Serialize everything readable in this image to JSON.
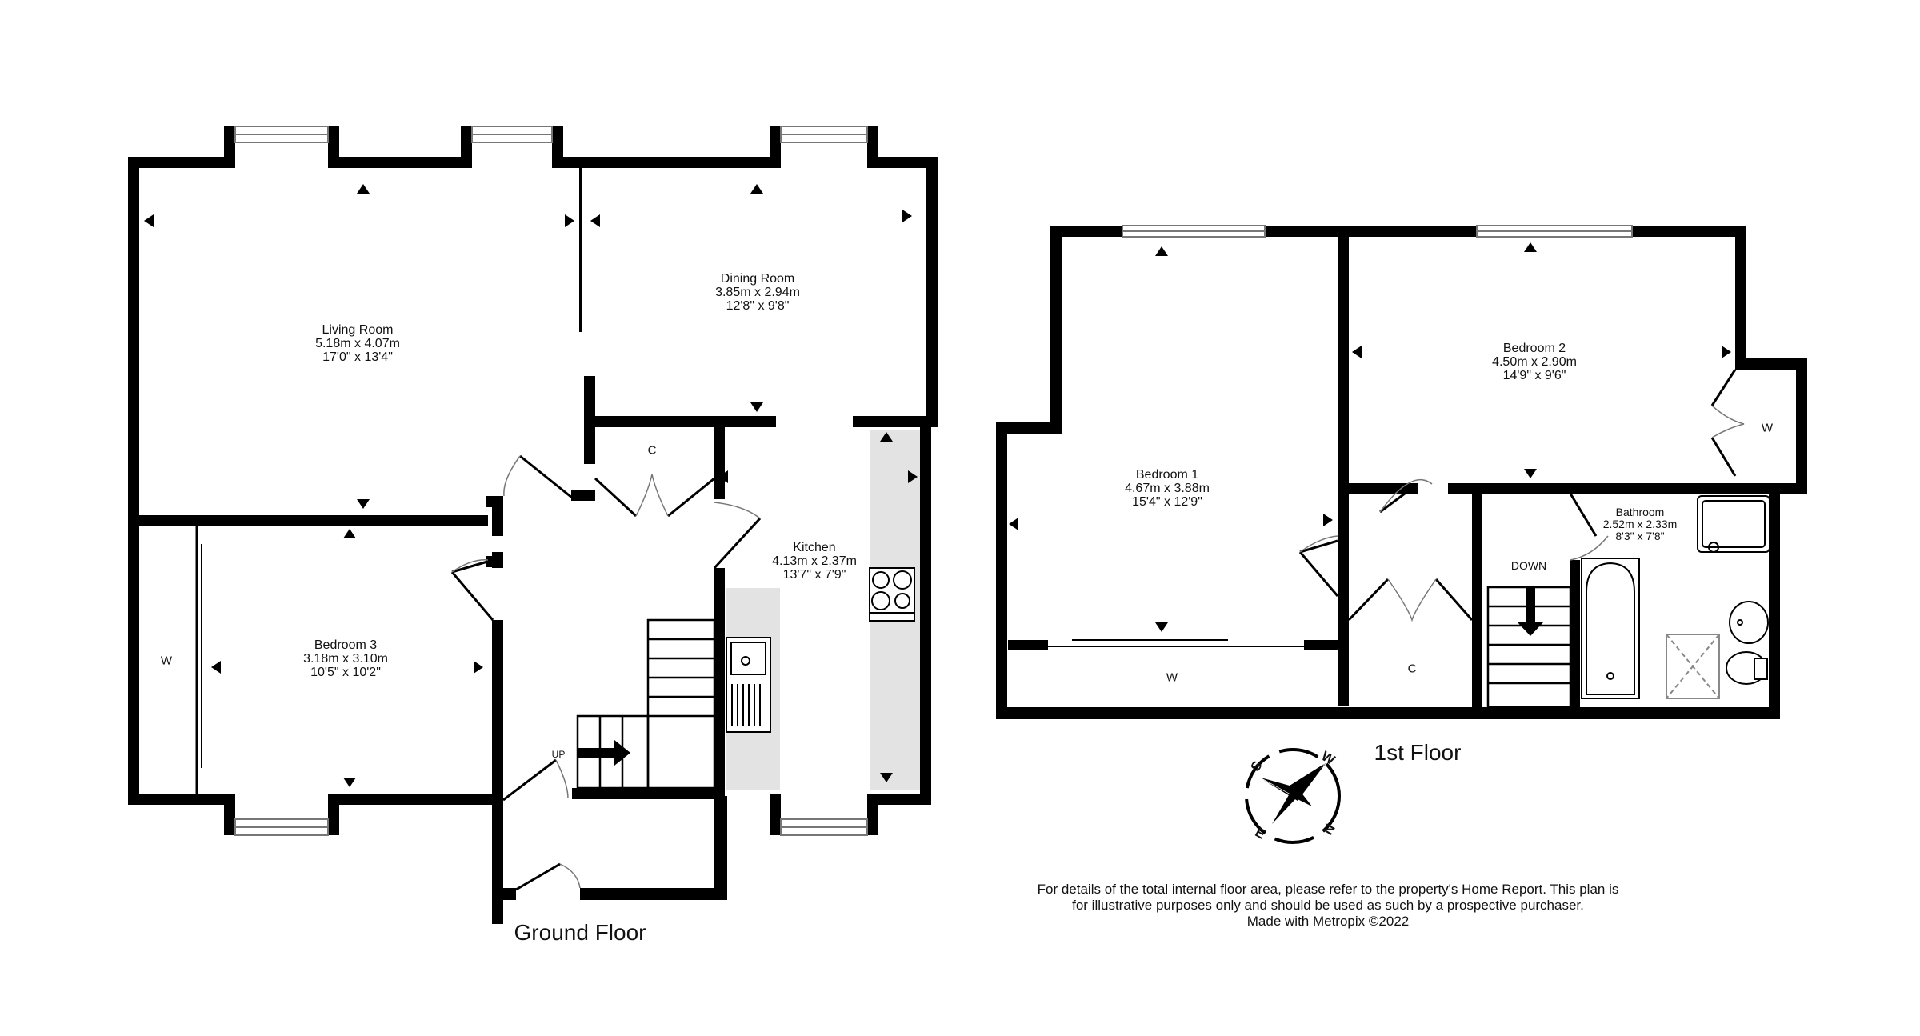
{
  "floors": {
    "ground": {
      "title": "Ground Floor",
      "rooms": [
        {
          "name": "Living Room",
          "metric": "5.18m  x 4.07m",
          "imperial": "17'0\"  x 13'4\""
        },
        {
          "name": "Dining Room",
          "metric": "3.85m  x 2.94m",
          "imperial": "12'8\"  x 9'8\""
        },
        {
          "name": "Kitchen",
          "metric": "4.13m  x 2.37m",
          "imperial": "13'7\"  x 7'9\""
        },
        {
          "name": "Bedroom 3",
          "metric": "3.18m  x 3.10m",
          "imperial": "10'5\"  x 10'2\""
        }
      ],
      "tags": {
        "cupboard": "C",
        "wardrobe": "W",
        "stairs": "UP"
      }
    },
    "first": {
      "title": "1st Floor",
      "rooms": [
        {
          "name": "Bedroom 1",
          "metric": "4.67m  x 3.88m",
          "imperial": "15'4\"  x 12'9\""
        },
        {
          "name": "Bedroom 2",
          "metric": "4.50m  x 2.90m",
          "imperial": "14'9\"  x 9'6\""
        },
        {
          "name": "Bathroom",
          "metric": "2.52m  x 2.33m",
          "imperial": "8'3\"  x 7'8\""
        }
      ],
      "tags": {
        "wardrobe_bed2": "W",
        "wardrobe_bed1": "W",
        "cupboard": "C",
        "stairs": "DOWN"
      }
    }
  },
  "compass": {
    "icon": "compass-icon",
    "letters": [
      "S",
      "W",
      "N",
      "E"
    ]
  },
  "disclaimer": {
    "line1": "For details of the total internal floor area, please refer to the property's Home Report. This plan is",
    "line2": "for illustrative purposes only and should be used as such by a prospective purchaser.",
    "line3": "Made with Metropix ©2022"
  },
  "colors": {
    "wall": "#000000",
    "worktop": "#e3e3e3",
    "background": "#ffffff"
  }
}
